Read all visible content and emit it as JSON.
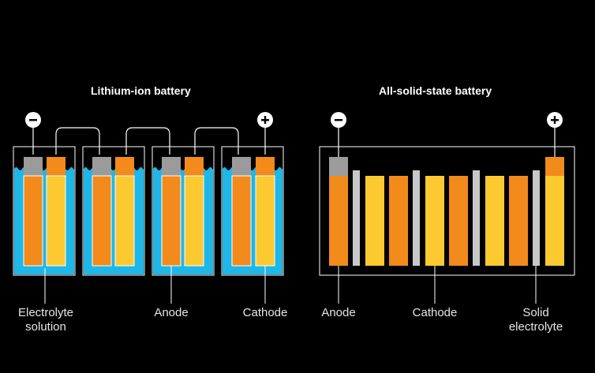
{
  "diagram": {
    "left_title": "Lithium-ion battery",
    "right_title": "All-solid-state battery",
    "terminals": {
      "negative": "−",
      "positive": "+"
    },
    "labels": {
      "electrolyte_line1": "Electrolyte",
      "electrolyte_line2": "solution",
      "anode_left": "Anode",
      "cathode_left": "Cathode",
      "anode_right": "Anode",
      "cathode_right": "Cathode",
      "solid_line1": "Solid",
      "solid_line2": "electrolyte"
    },
    "colors": {
      "background": "#000000",
      "electrolyte": "#1fb7e8",
      "anode": "#f28a1c",
      "cathode": "#fcc930",
      "separator": "#c8c8c8",
      "terminal_cap": "#9b9b9b",
      "outline": "#ffffff"
    }
  }
}
